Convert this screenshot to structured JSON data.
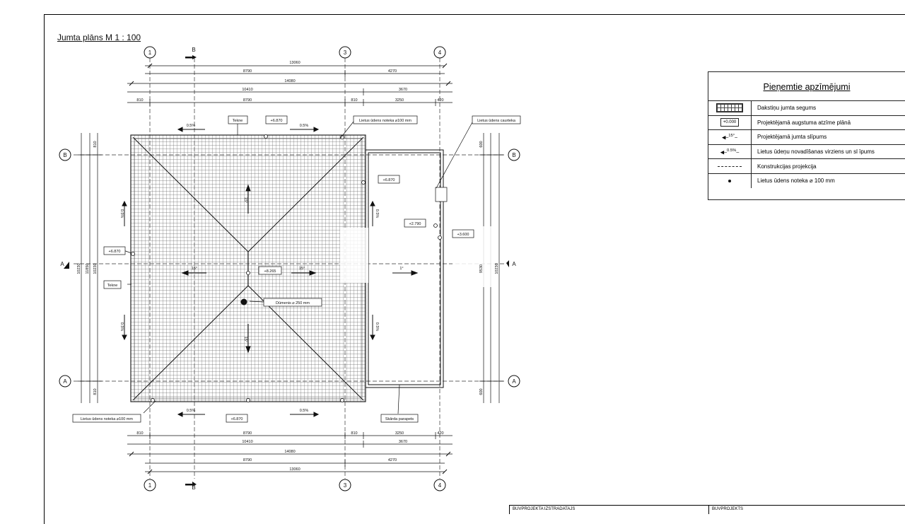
{
  "drawing": {
    "title": "Jumta plāns   M  1 : 100",
    "grid_axes": {
      "vertical": [
        "1",
        "3",
        "4"
      ],
      "horizontal": [
        "B",
        "A"
      ],
      "sections": [
        "B",
        "A"
      ]
    },
    "dimensions": {
      "top_row1": "13060",
      "top_row2": [
        "8790",
        "4270"
      ],
      "top_row3": "14080",
      "top_row4": [
        "10410",
        "3670"
      ],
      "top_row5": [
        "810",
        "8790",
        "810",
        "3250",
        "420"
      ],
      "bottom_row1": [
        "810",
        "8790",
        "810",
        "3250",
        "420"
      ],
      "bottom_row2": [
        "10410",
        "3670"
      ],
      "bottom_row3": "14080",
      "bottom_row4": [
        "8790",
        "4270"
      ],
      "bottom_row5": "13060",
      "left": [
        "810",
        "10230",
        "11850",
        "10230",
        "810"
      ],
      "right": [
        "600",
        "9530",
        "10230",
        "600"
      ]
    },
    "labels": {
      "tekne_top": "Tekne",
      "tekne_left": "Tekne",
      "elev_ridge_top": "+6.870",
      "elev_right": "+6.870",
      "elev_left": "+6.870",
      "elev_bottom": "+6.870",
      "elev_center": "+8.265",
      "elev_low": "+2.790",
      "elev_low2": "+3.600",
      "downpipe_top": "Lietus ūdens noteka ⌀100 mm",
      "downpipe_bottom": "Lietus ūdens noteka ⌀100 mm",
      "chimney": "Dūmenis ⌀ 250 mm",
      "outlet": "Lietus ūdens caurteka",
      "parapet": "Skārda parapets",
      "slope_05_a": "0.5%",
      "slope_05_b": "0.5%",
      "slope_05_c": "0.5%",
      "slope_05_d": "0.5%",
      "slope_05_e": "0.5%",
      "slope_05_f": "0.5%",
      "slope_05_g": "0.5%",
      "slope_05_h": "0.5%",
      "slope_15_a": "15°",
      "slope_15_b": "15°",
      "slope_15_c": "15°",
      "slope_15_d": "15°",
      "slope_1": "1°"
    }
  },
  "legend": {
    "title": "Pieņemtie apzīmējumi",
    "rows": [
      {
        "symbol_text": "",
        "text": "Dakstiņu jumta segums"
      },
      {
        "symbol_text": "+0.000",
        "text": "Projektējamā augstuma atzīme plānā"
      },
      {
        "symbol_text": "15°",
        "text": "Projektējamā jumta slīpums"
      },
      {
        "symbol_text": "0.5%",
        "text": "Lietus ūdeņu novadīšanas virziens un sl īpums"
      },
      {
        "symbol_text": "",
        "text": "Konstrukcijas projekcija"
      },
      {
        "symbol_text": "",
        "text": "Lietus ūdens noteka ⌀ 100 mm"
      }
    ]
  },
  "title_block": {
    "left": "BUVPROJEKTA IZSTRADATAJS",
    "right": "BUVPROJEKTS"
  }
}
